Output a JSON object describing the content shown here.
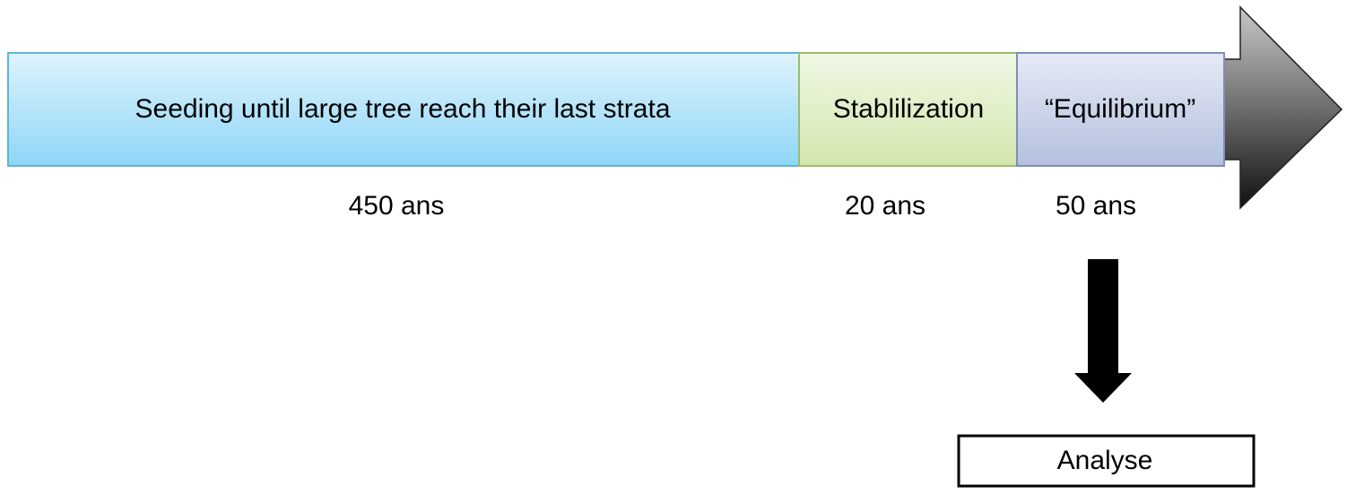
{
  "timeline": {
    "phases": [
      {
        "label": "Seeding until large tree reach their last strata",
        "duration": "450 ans"
      },
      {
        "label": "Stablilization",
        "duration": "20 ans"
      },
      {
        "label": "“Equilibrium”",
        "duration": "50 ans"
      }
    ]
  },
  "analysis": {
    "label": "Analyse"
  },
  "colors": {
    "phase1_top": "#dff3fd",
    "phase1_bottom": "#8ed6f7",
    "phase1_border": "#5fb4d8",
    "phase2_top": "#f1f8e6",
    "phase2_bottom": "#d2e6ad",
    "phase2_border": "#9dbb6c",
    "phase3_top": "#e6eaf5",
    "phase3_bottom": "#b4c0de",
    "phase3_border": "#7d8fb8",
    "arrow_light": "#c8c8c8",
    "arrow_dark": "#111111"
  }
}
